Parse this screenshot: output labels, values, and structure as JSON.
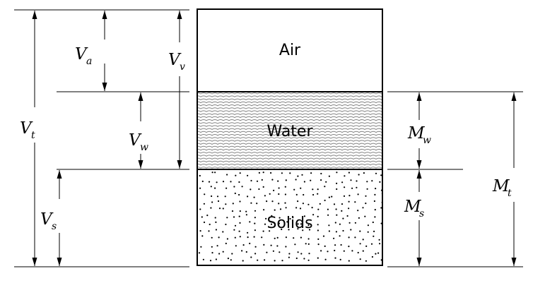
{
  "phases": {
    "air": "Air",
    "water": "Water",
    "solids": "Solids"
  },
  "volume_labels": {
    "va": {
      "symbol": "V",
      "subscript": "a"
    },
    "vv": {
      "symbol": "V",
      "subscript": "v"
    },
    "vw": {
      "symbol": "V",
      "subscript": "w"
    },
    "vt": {
      "symbol": "V",
      "subscript": "t"
    },
    "vs": {
      "symbol": "V",
      "subscript": "s"
    }
  },
  "mass_labels": {
    "mw": {
      "symbol": "M",
      "subscript": "w"
    },
    "ms": {
      "symbol": "M",
      "subscript": "s"
    },
    "mt": {
      "symbol": "M",
      "subscript": "t"
    }
  },
  "colors": {
    "line": "#000000",
    "water_wave": "#7f7f7f",
    "background": "#ffffff"
  }
}
